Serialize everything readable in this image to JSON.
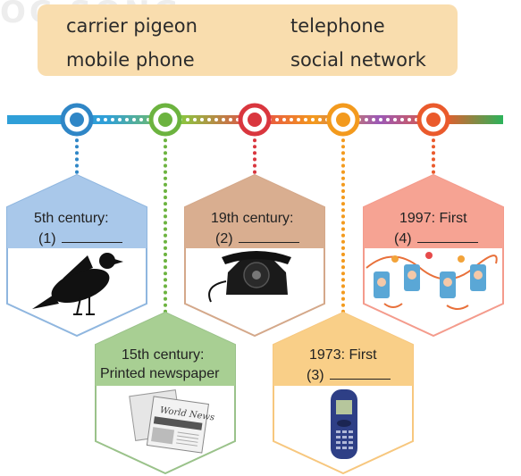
{
  "watermark": "OC SONG",
  "word_box": {
    "words": [
      "carrier pigeon",
      "telephone",
      "mobile phone",
      "social network"
    ]
  },
  "timeline": [
    {
      "line1": "5th century:",
      "line2": "(1)",
      "color": "#8fb6df",
      "image": "pigeon-icon"
    },
    {
      "line1": "15th century:",
      "line2": "Printed newspaper",
      "color": "#9ac28a",
      "image": "newspaper-icon"
    },
    {
      "line1": "19th century:",
      "line2": "(2)",
      "color": "#d4a88a",
      "image": "telephone-icon"
    },
    {
      "line1": "1973: First",
      "line2": "(3)",
      "color": "#f7c77e",
      "image": "mobile-phone-icon"
    },
    {
      "line1": "1997: First",
      "line2": "(4)",
      "color": "#f49b8c",
      "image": "social-network-icon"
    }
  ],
  "colors": {
    "blue": "#2f86c6",
    "green": "#6cb33f",
    "red": "#d9363e",
    "orange": "#f39a1d",
    "deep_orange": "#ea5a2c"
  }
}
